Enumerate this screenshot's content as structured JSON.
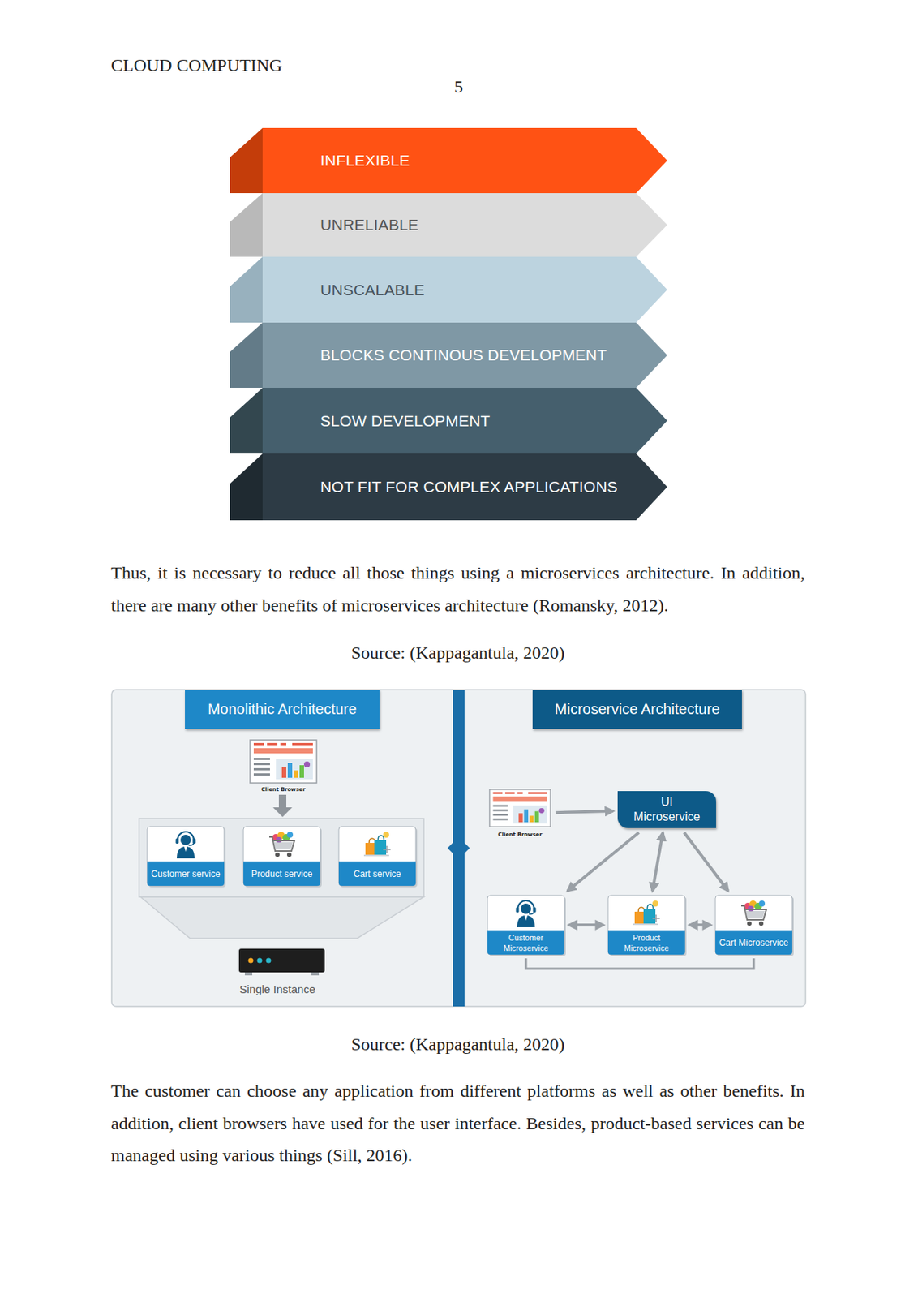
{
  "diagram": {
    "nodes": [
      {
        "text": [
          "INFLEXIBLE"
        ]
      },
      {
        "text": [
          "UNRELIABLE"
        ]
      },
      {
        "text": [
          "UNSCALABLE"
        ]
      },
      {
        "text": [
          "BLOCKS CONTINOUS DEVELOPMENT"
        ]
      },
      {
        "text": [
          "SLOW DEVELOPMENT"
        ]
      },
      {
        "text": [
          "NOT FIT FOR COMPLEX APPLICATIONS"
        ]
      },
      {
        "text": [
          "Monolithic Architecture"
        ]
      },
      {
        "text": [
          "Client Browser"
        ]
      },
      {
        "text": [
          "Customer service"
        ]
      },
      {
        "text": [
          "Product service"
        ]
      },
      {
        "text": [
          "Cart service"
        ]
      },
      {
        "text": [
          "Microservice Architecture"
        ]
      },
      {
        "text": [
          "Client Browser"
        ]
      },
      {
        "text": [
          "UI Microservice"
        ]
      },
      {
        "text": [
          "Customer Microservice"
        ]
      },
      {
        "text": [
          "Product Microservice"
        ]
      },
      {
        "text": [
          "Cart Microservice"
        ]
      }
    ],
    "edges": [
      {
        "from": 12,
        "to": 13,
        "arrow": "to"
      },
      {
        "from": 13,
        "to": 14,
        "arrow": "to"
      },
      {
        "from": 13,
        "to": 15,
        "arrow": "both"
      },
      {
        "from": 13,
        "to": 16,
        "arrow": "to"
      },
      {
        "from": 14,
        "to": 15,
        "arrow": "both"
      },
      {
        "from": 15,
        "to": 16,
        "arrow": "both"
      },
      {
        "from": 14,
        "to": 16,
        "arrow": "none"
      }
    ],
    "labels": [
      "CLOUD COMPUTING",
      "5",
      "Thus, it is necessary to reduce all those things using a microservices architecture. In addition, there are many other benefits of microservices architecture (Romansky, 2012).",
      "Source: (Kappagantula, 2020)",
      "Single Instance",
      "Source: (Kappagantula, 2020)",
      "The customer can choose any application from different platforms as well as other benefits. In addition, client browsers have used for the user interface. Besides, product-based services can be managed using various things (Sill, 2016)."
    ]
  }
}
